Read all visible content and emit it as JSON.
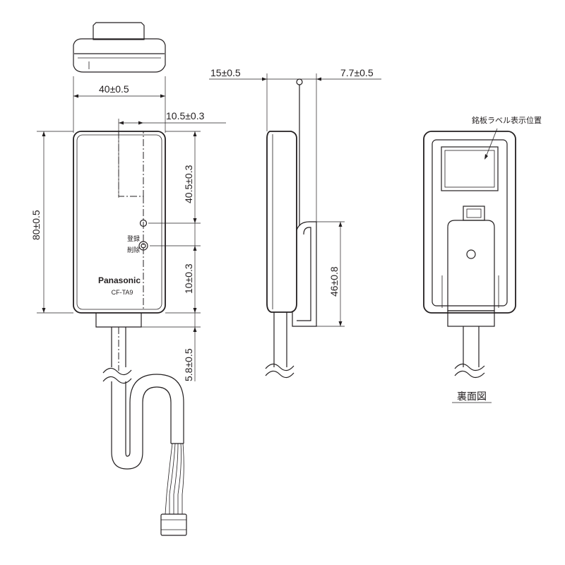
{
  "front": {
    "width_dim": "40±0.5",
    "offset_dim": "10.5±0.3",
    "height_dim": "80±0.5",
    "upper_dim": "40.5±0.3",
    "lower_dim": "10±0.3",
    "cable_dim": "5.8±0.5",
    "brand": "Panasonic",
    "model": "CF-TA9",
    "button_label_1": "登録",
    "button_label_2": "削除"
  },
  "side": {
    "thickness_dim": "15±0.5",
    "clip_dim": "7.7±0.5",
    "clip_height_dim": "46±0.8"
  },
  "back": {
    "label_position": "銘板ラベル表示位置",
    "caption": "裏面図"
  }
}
